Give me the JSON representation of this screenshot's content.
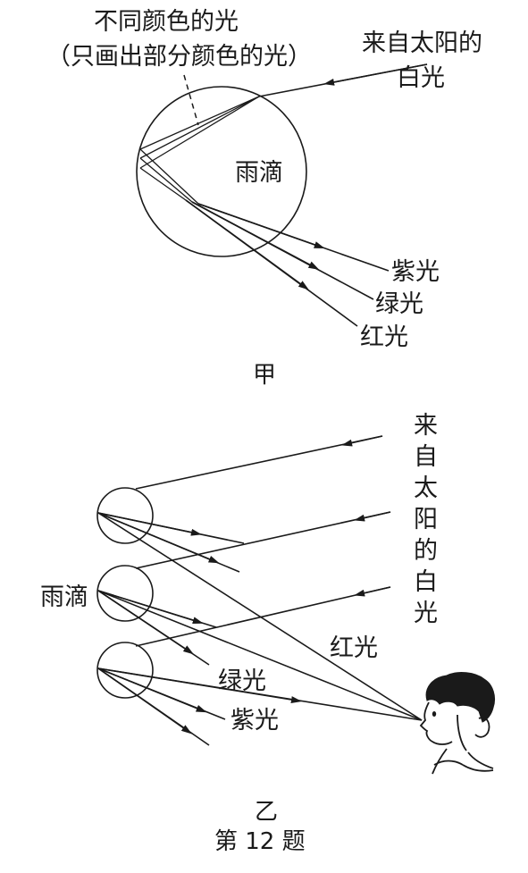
{
  "figure_a": {
    "label_colors_title": "不同颜色的光",
    "label_colors_note": "（只画出部分颜色的光）",
    "label_sunlight": [
      "来自太阳的",
      "白光"
    ],
    "label_drop": "雨滴",
    "label_violet": "紫光",
    "label_green": "绿光",
    "label_red": "红光",
    "caption": "甲"
  },
  "figure_b": {
    "label_sunlight_chars": [
      "来",
      "自",
      "太",
      "阳",
      "的",
      "白",
      "光"
    ],
    "label_drops": "雨滴",
    "label_red": "红光",
    "label_green": "绿光",
    "label_violet": "紫光",
    "caption": "乙"
  },
  "problem_label": "第 12 题"
}
